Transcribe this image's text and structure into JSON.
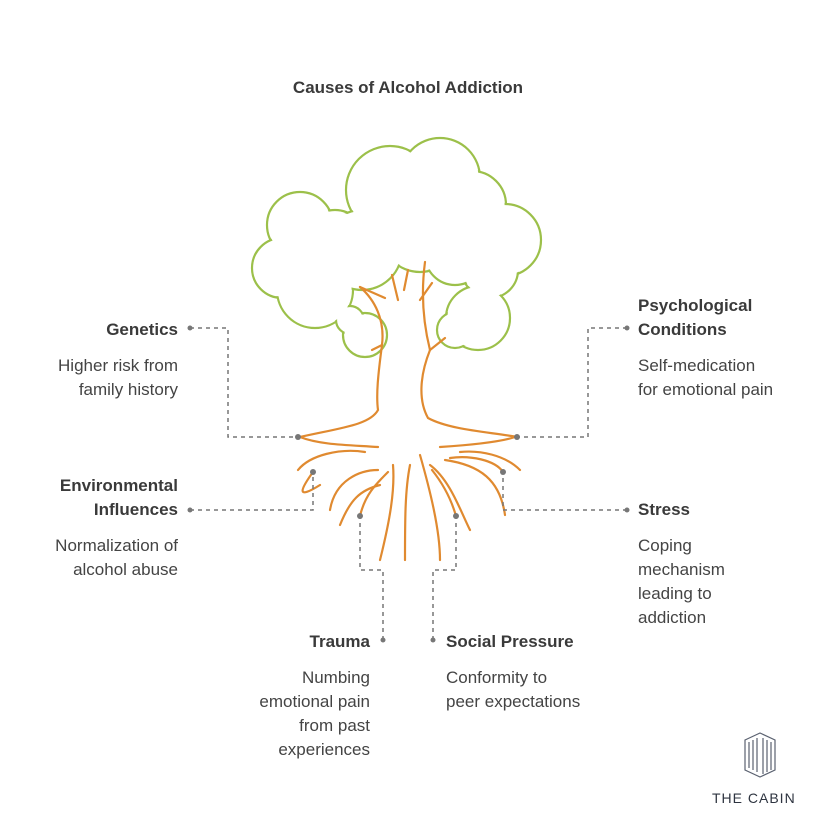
{
  "title": "Causes of Alcohol Addiction",
  "colors": {
    "canopy": "#9cc04a",
    "roots": "#e08a30",
    "connector": "#777777"
  },
  "causes": [
    {
      "title_lines": [
        "Genetics"
      ],
      "desc_lines": [
        "Higher risk from",
        "family history"
      ]
    },
    {
      "title_lines": [
        "Psychological",
        "Conditions"
      ],
      "desc_lines": [
        "Self-medication",
        "for emotional pain"
      ]
    },
    {
      "title_lines": [
        "Environmental",
        "Influences"
      ],
      "desc_lines": [
        "Normalization of",
        "alcohol abuse"
      ]
    },
    {
      "title_lines": [
        "Stress"
      ],
      "desc_lines": [
        "Coping",
        "mechanism",
        "leading to",
        "addiction"
      ]
    },
    {
      "title_lines": [
        "Trauma"
      ],
      "desc_lines": [
        "Numbing",
        "emotional pain",
        "from past",
        "experiences"
      ]
    },
    {
      "title_lines": [
        "Social Pressure"
      ],
      "desc_lines": [
        "Conformity to",
        "peer expectations"
      ]
    }
  ],
  "logo": {
    "text": "THE CABIN"
  }
}
